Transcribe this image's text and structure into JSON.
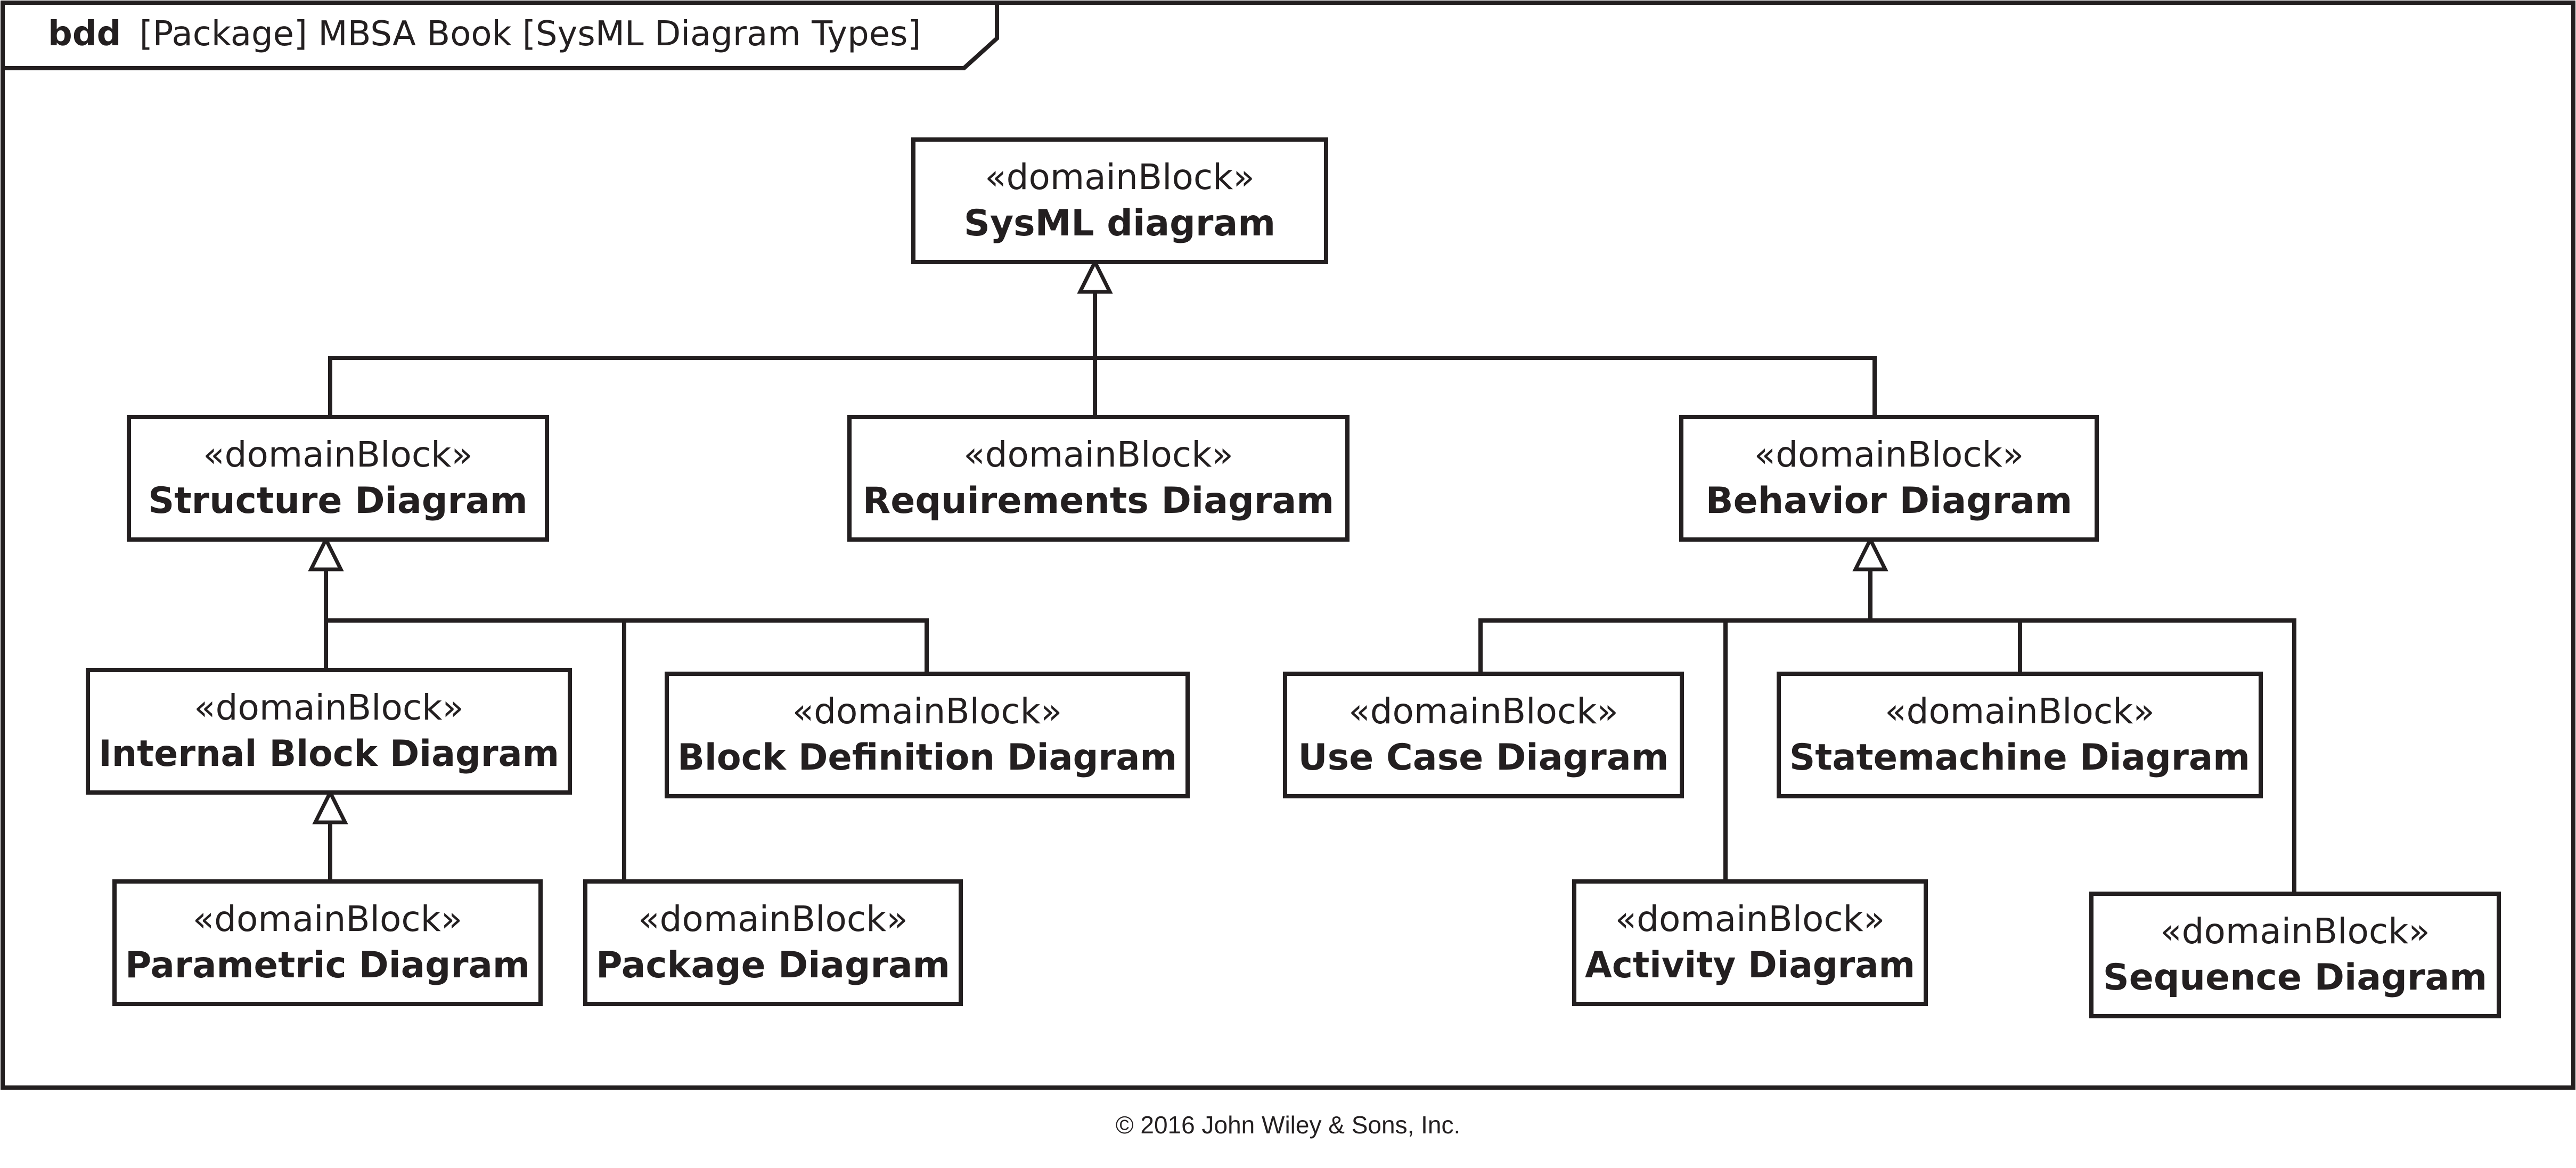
{
  "frame": {
    "kind": "bdd",
    "title": "[Package] MBSA Book [SysML Diagram Types]"
  },
  "blocks": [
    {
      "id": "sysml",
      "stereotype": "«domainBlock»",
      "name": "SysML diagram"
    },
    {
      "id": "structure",
      "stereotype": "«domainBlock»",
      "name": "Structure Diagram"
    },
    {
      "id": "requirements",
      "stereotype": "«domainBlock»",
      "name": "Requirements Diagram"
    },
    {
      "id": "behavior",
      "stereotype": "«domainBlock»",
      "name": "Behavior Diagram"
    },
    {
      "id": "ibd",
      "stereotype": "«domainBlock»",
      "name": "Internal Block Diagram"
    },
    {
      "id": "bdd",
      "stereotype": "«domainBlock»",
      "name": "Block Definition Diagram"
    },
    {
      "id": "parametric",
      "stereotype": "«domainBlock»",
      "name": "Parametric Diagram"
    },
    {
      "id": "package",
      "stereotype": "«domainBlock»",
      "name": "Package Diagram"
    },
    {
      "id": "usecase",
      "stereotype": "«domainBlock»",
      "name": "Use Case Diagram"
    },
    {
      "id": "statemachine",
      "stereotype": "«domainBlock»",
      "name": "Statemachine Diagram"
    },
    {
      "id": "activity",
      "stereotype": "«domainBlock»",
      "name": "Activity Diagram"
    },
    {
      "id": "sequence",
      "stereotype": "«domainBlock»",
      "name": "Sequence Diagram"
    }
  ],
  "generalizations": [
    {
      "child": "structure",
      "parent": "sysml"
    },
    {
      "child": "requirements",
      "parent": "sysml"
    },
    {
      "child": "behavior",
      "parent": "sysml"
    },
    {
      "child": "ibd",
      "parent": "structure"
    },
    {
      "child": "bdd",
      "parent": "structure"
    },
    {
      "child": "package",
      "parent": "structure"
    },
    {
      "child": "parametric",
      "parent": "ibd"
    },
    {
      "child": "usecase",
      "parent": "behavior"
    },
    {
      "child": "statemachine",
      "parent": "behavior"
    },
    {
      "child": "activity",
      "parent": "behavior"
    },
    {
      "child": "sequence",
      "parent": "behavior"
    }
  ],
  "copyright": "© 2016 John Wiley & Sons, Inc."
}
